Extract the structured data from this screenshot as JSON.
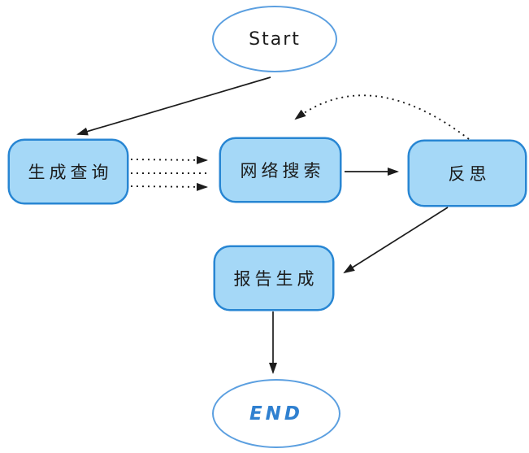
{
  "diagram": {
    "title": "research agent workflow flowchart",
    "colors": {
      "background": "#ffffff",
      "node_fill": "#a5d8f7",
      "node_stroke": "#2886d3",
      "terminal_stroke": "#5b9fe0",
      "node_text": "#1c1c1c",
      "end_text": "#2f80d0",
      "arrow": "#1c1c1c"
    },
    "nodes": [
      {
        "id": "start",
        "type": "ellipse",
        "label": "Start"
      },
      {
        "id": "generate-query",
        "type": "rounded-rect",
        "label": "生成查询"
      },
      {
        "id": "web-search",
        "type": "rounded-rect",
        "label": "网络搜索"
      },
      {
        "id": "reflect",
        "type": "rounded-rect",
        "label": "反思"
      },
      {
        "id": "report",
        "type": "rounded-rect",
        "label": "报告生成"
      },
      {
        "id": "end",
        "type": "ellipse",
        "label": "END"
      }
    ],
    "edges": [
      {
        "from": "start",
        "to": "generate-query",
        "style": "solid",
        "arrowhead": true
      },
      {
        "from": "generate-query",
        "to": "web-search",
        "style": "dotted",
        "arrowhead": true,
        "note": "top parallel edge"
      },
      {
        "from": "generate-query",
        "to": "web-search",
        "style": "dotted",
        "arrowhead": false,
        "note": "middle parallel edge"
      },
      {
        "from": "generate-query",
        "to": "web-search",
        "style": "dotted",
        "arrowhead": true,
        "note": "bottom parallel edge"
      },
      {
        "from": "web-search",
        "to": "reflect",
        "style": "solid",
        "arrowhead": true
      },
      {
        "from": "reflect",
        "to": "web-search",
        "style": "dotted",
        "arrowhead": true,
        "note": "curved loop back over the top"
      },
      {
        "from": "reflect",
        "to": "report",
        "style": "solid",
        "arrowhead": true
      },
      {
        "from": "report",
        "to": "end",
        "style": "solid",
        "arrowhead": true
      }
    ]
  }
}
